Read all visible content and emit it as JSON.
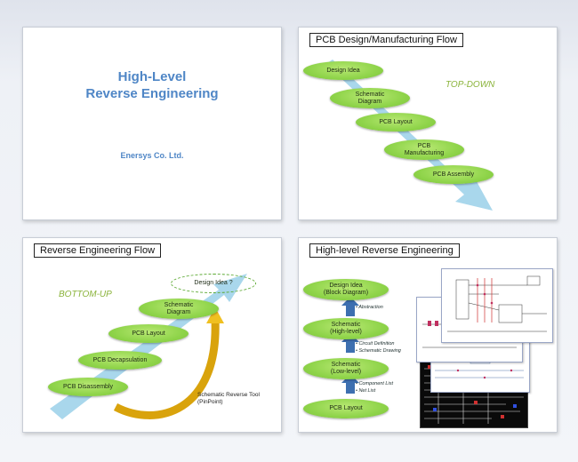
{
  "slide1": {
    "title_line1": "High-Level",
    "title_line2": "Reverse Engineering",
    "company": "Enersys Co. Ltd."
  },
  "slide2": {
    "title": "PCB Design/Manufacturing  Flow",
    "direction": "TOP-DOWN",
    "steps": [
      "Design Idea",
      "Schematic\nDiagram",
      "PCB Layout",
      "PCB\nManufacturing",
      "PCB Assembly"
    ]
  },
  "slide3": {
    "title": "Reverse Engineering  Flow",
    "direction": "BOTTOM-UP",
    "steps": [
      "Design Idea  ?",
      "Schematic\nDiagram",
      "PCB Layout",
      "PCB Decapsulation",
      "PCB Disassembly"
    ],
    "tool_note_line1": "Schematic Reverse Tool",
    "tool_note_line2": "(PinPoint)"
  },
  "slide4": {
    "title": "High-level  Reverse  Engineering",
    "steps": [
      "Design Idea\n(Block Diagram)",
      "Schematic\n(High-level)",
      "Schematic\n(Low-level)",
      "PCB Layout"
    ],
    "bullets": {
      "abstraction": "•  Abstraction",
      "circuit_definition": "•  Circuit  Definition",
      "schematic_drawing": "•  Schematic  Drawing",
      "component_list": "•  Component  List",
      "net_list": "•  Net List"
    }
  },
  "colors": {
    "title_blue": "#4f86c6",
    "oval_green": "#8fd44a",
    "arrow_light_blue": "#a9d7ec",
    "arrow_dark_blue": "#3d6fb0",
    "curve_orange": "#e8b010",
    "italic_green": "#8ab33a"
  }
}
